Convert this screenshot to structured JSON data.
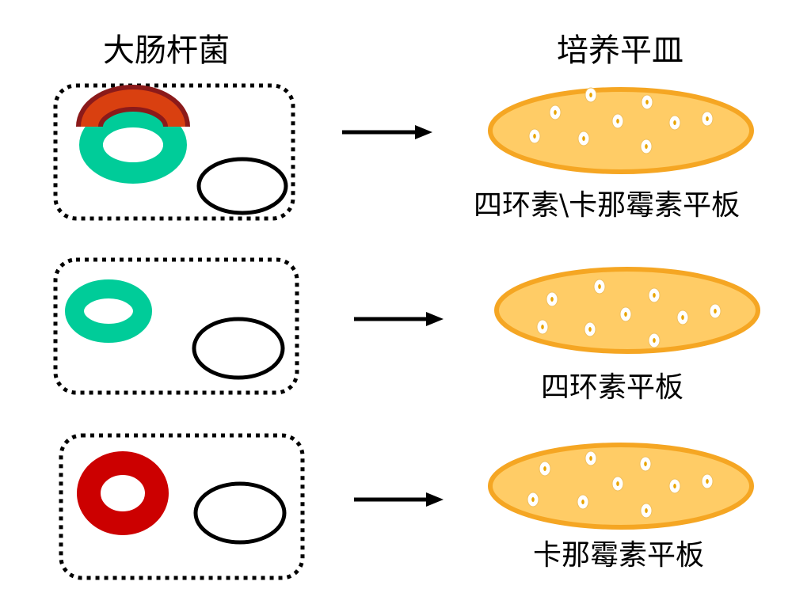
{
  "headings": {
    "left": "大肠杆菌",
    "right": "培养平皿"
  },
  "rows": [
    {
      "plasmid_colors": [
        "#00CC99",
        "#D94010"
      ],
      "plate_label": "四环素\\卡那霉素平板"
    },
    {
      "plasmid_colors": [
        "#00CC99"
      ],
      "plate_label": "四环素平板"
    },
    {
      "plasmid_colors": [
        "#CC0000"
      ],
      "plate_label": "卡那霉素平板"
    }
  ],
  "colors": {
    "plate_fill": "#FFCC66",
    "plate_stroke": "#F5A623",
    "colony_fill": "#FFFFFF",
    "colony_dot": "#E8A400",
    "arrow": "#000000",
    "chromosome_stroke": "#000000",
    "plasmid_outline": "#8B1A1A"
  }
}
